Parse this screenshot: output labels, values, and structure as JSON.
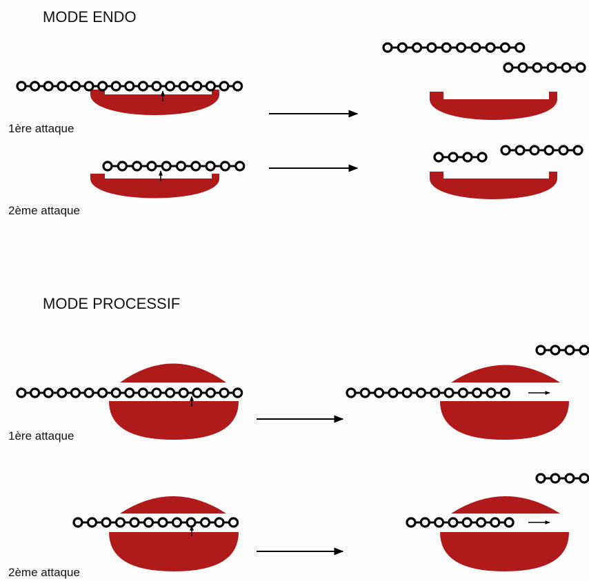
{
  "colors": {
    "enzyme": "#b11a1a",
    "strand": "#000000",
    "background": "#fcfcfc"
  },
  "panels": [
    {
      "id": "endo",
      "title": "MODE ENDO",
      "attacks": [
        {
          "label": "1ère attaque"
        },
        {
          "label": "2ème attaque"
        }
      ]
    },
    {
      "id": "processif",
      "title": "MODE PROCESSIF",
      "attacks": [
        {
          "label": "1ère attaque"
        },
        {
          "label": "2ème attaque"
        }
      ]
    }
  ]
}
